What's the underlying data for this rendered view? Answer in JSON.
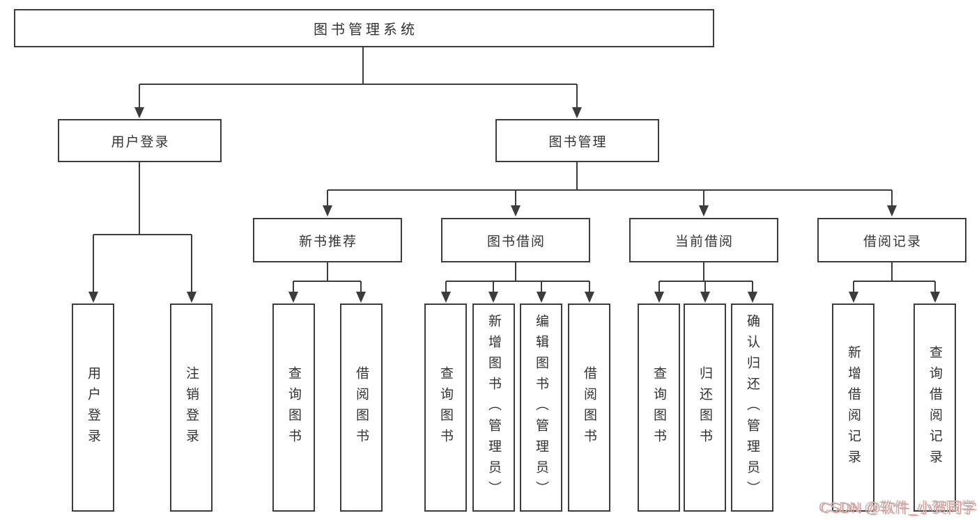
{
  "diagram": {
    "root": "图书管理系统",
    "level2": {
      "user_login": "用户登录",
      "book_mgmt": "图书管理"
    },
    "level3": {
      "new_book_rec": "新书推荐",
      "book_borrow": "图书借阅",
      "current_borrow": "当前借阅",
      "borrow_records": "借阅记录"
    },
    "leaves": {
      "user_login": "用户登录",
      "logout": "注销登录",
      "rec_query_books": "查询图书",
      "rec_borrow_books": "借阅图书",
      "bb_query_books": "查询图书",
      "bb_add_books": "新增图书（管理员）",
      "bb_edit_books": "编辑图书（管理员）",
      "bb_borrow_books": "借阅图书",
      "cb_query_books": "查询图书",
      "cb_return_books": "归还图书",
      "cb_confirm_return": "确认归还（管理员）",
      "br_add_record": "新增借阅记录",
      "br_query_record": "查询借阅记录"
    }
  },
  "watermark": "CSDN @软件_小贺同学",
  "colors": {
    "line": "#3c3c3c",
    "text": "#333333",
    "watermark_gray": "#b9b9b9",
    "watermark_shadow": "#f0908a"
  }
}
